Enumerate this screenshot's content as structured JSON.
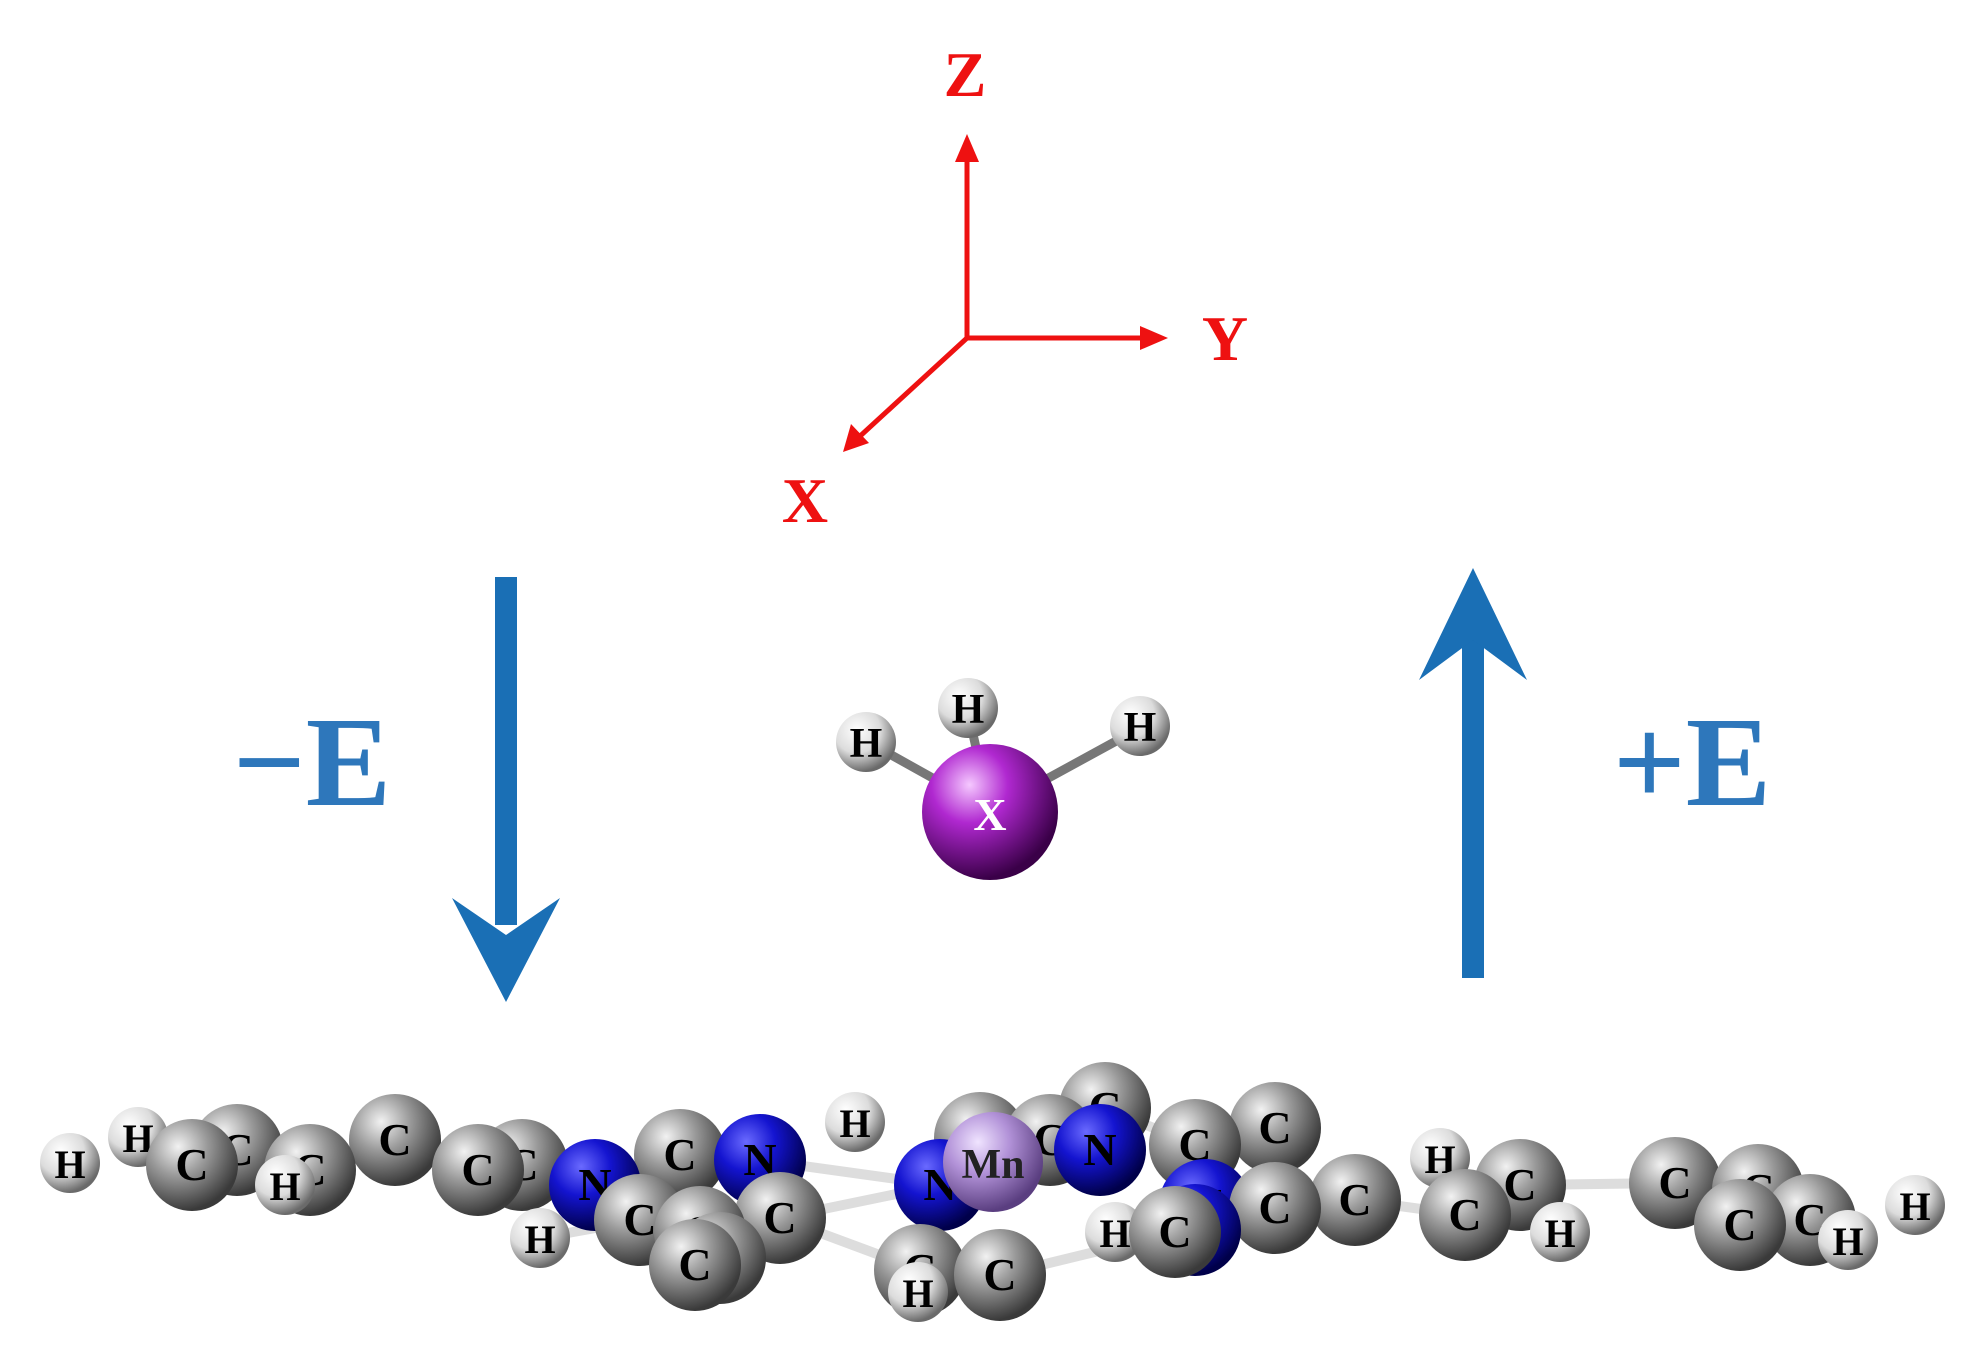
{
  "axes": {
    "color": "#ee1111",
    "z_label": "Z",
    "y_label": "Y",
    "x_label": "X"
  },
  "field": {
    "color": "#1a6fb5",
    "label_color": "#2e77bb",
    "negative_label": "−E",
    "positive_label": "+E"
  },
  "molecule_xh3": {
    "center_label": "X",
    "center_color": "#a020c0",
    "h_labels": [
      "H",
      "H",
      "H"
    ]
  },
  "substrate": {
    "metal_label": "Mn",
    "metal_color": "#b090d0",
    "carbon_color": "#8a8a8a",
    "nitrogen_color": "#1010c8",
    "hydrogen_color": "#e8e8e8",
    "atoms": [
      {
        "label": "H"
      },
      {
        "label": "H"
      },
      {
        "label": "C"
      },
      {
        "label": "C"
      },
      {
        "label": "H"
      },
      {
        "label": "C"
      },
      {
        "label": "C"
      },
      {
        "label": "C"
      },
      {
        "label": "C"
      },
      {
        "label": "N"
      },
      {
        "label": "C"
      },
      {
        "label": "N"
      },
      {
        "label": "H"
      },
      {
        "label": "H"
      },
      {
        "label": "C"
      },
      {
        "label": "C"
      },
      {
        "label": "C"
      },
      {
        "label": "N"
      },
      {
        "label": "C"
      },
      {
        "label": "C"
      },
      {
        "label": "N"
      },
      {
        "label": "C"
      },
      {
        "label": "H"
      },
      {
        "label": "C"
      },
      {
        "label": "H"
      },
      {
        "label": "C"
      },
      {
        "label": "C"
      },
      {
        "label": "H"
      },
      {
        "label": "C"
      },
      {
        "label": "C"
      },
      {
        "label": "C"
      },
      {
        "label": "N"
      },
      {
        "label": "C"
      },
      {
        "label": "N"
      },
      {
        "label": "C"
      },
      {
        "label": "C"
      },
      {
        "label": "H"
      },
      {
        "label": "C"
      },
      {
        "label": "C"
      },
      {
        "label": "H"
      },
      {
        "label": "C"
      },
      {
        "label": "C"
      },
      {
        "label": "C"
      },
      {
        "label": "C"
      },
      {
        "label": "H"
      },
      {
        "label": "H"
      }
    ]
  }
}
